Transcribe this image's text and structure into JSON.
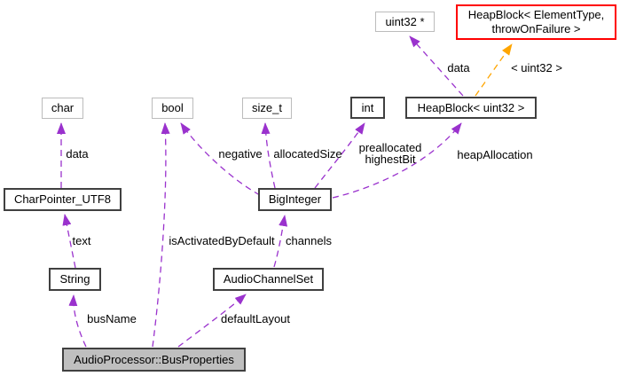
{
  "diagram": {
    "kind": "collaboration-graph",
    "colors": {
      "edge": "#9a32cd",
      "template_edge": "#ffa500",
      "node_border": "#404040",
      "primitive_border": "#bcbcbc",
      "highlight_border": "#ff0000",
      "current_node_fill": "#bfbfbf",
      "background": "#ffffff"
    },
    "nodes": {
      "char": "char",
      "bool": "bool",
      "size_t": "size_t",
      "int": "int",
      "uint32_ptr": "uint32 *",
      "heapblock_template_line1": "HeapBlock< ElementType,",
      "heapblock_template_line2": "throwOnFailure >",
      "heapblock_uint32": "HeapBlock< uint32 >",
      "charpointer_utf8": "CharPointer_UTF8",
      "biginteger": "BigInteger",
      "string": "String",
      "audiochannelset": "AudioChannelSet",
      "busproperties": "AudioProcessor::BusProperties"
    },
    "edge_labels": {
      "char_data": "data",
      "text": "text",
      "busname": "busName",
      "is_activated_by_default": "isActivatedByDefault",
      "negative": "negative",
      "allocated_size": "allocatedSize",
      "preallocated_line1": "preallocated",
      "preallocated_line2": "highestBit",
      "heap_allocation": "heapAllocation",
      "uint32_data": "data",
      "template_instantiation": "< uint32 >",
      "channels": "channels",
      "default_layout": "defaultLayout"
    }
  }
}
